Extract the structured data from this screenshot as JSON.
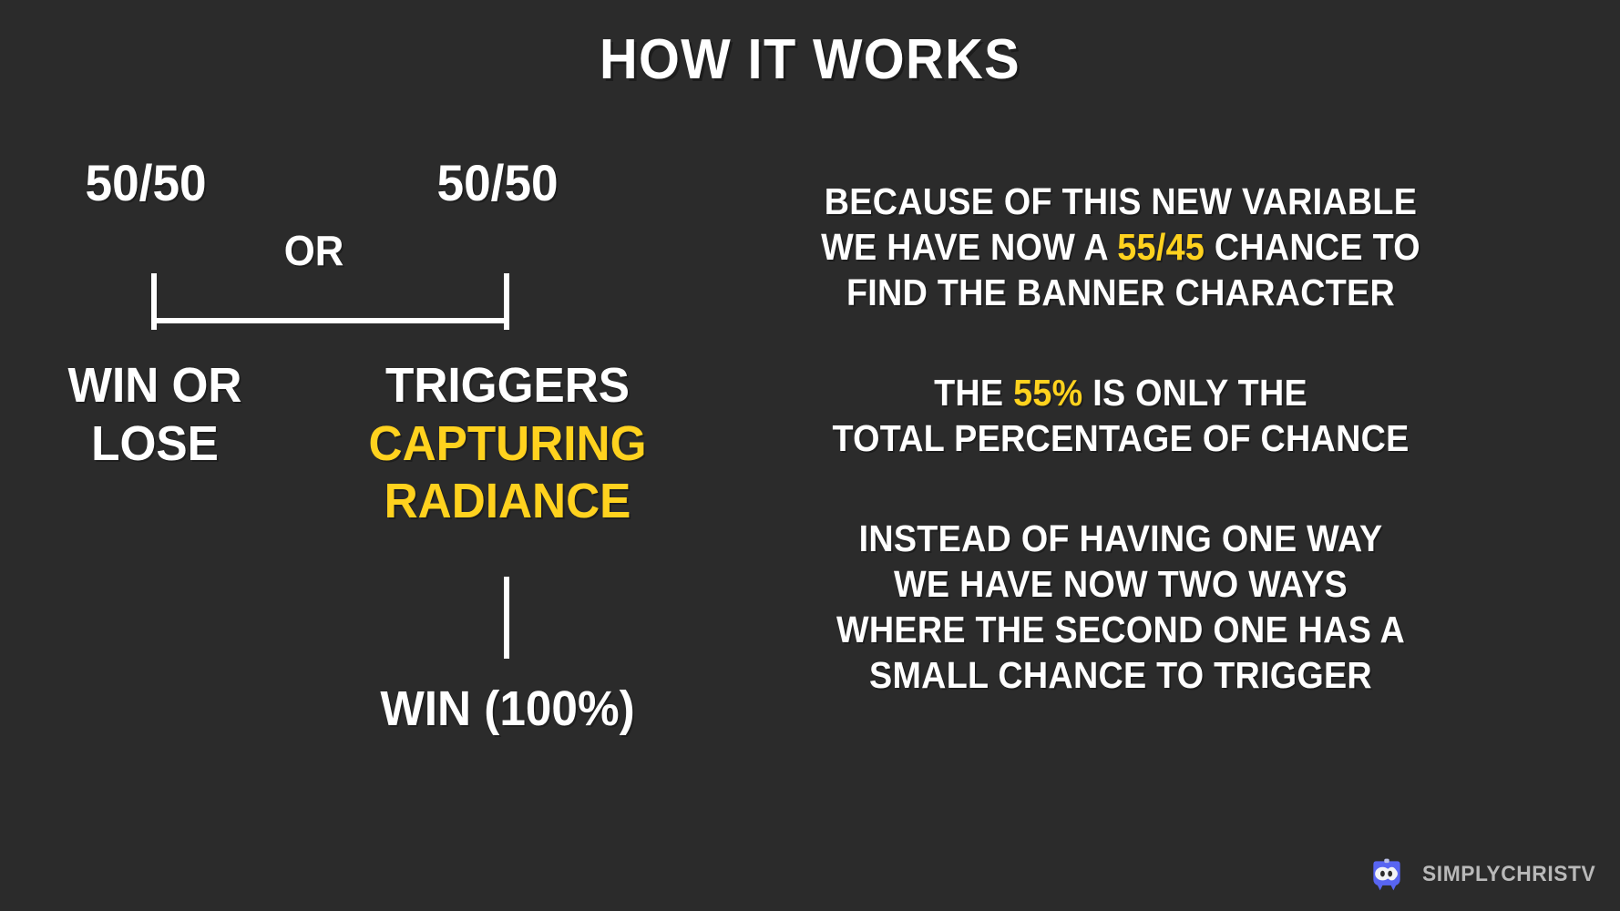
{
  "theme": {
    "background": "#2b2b2b",
    "text": "#ffffff",
    "accent": "#ffd21e",
    "brand": "#5865f2",
    "watermark_text": "#b9b9b9"
  },
  "title": "HOW IT WORKS",
  "diagram": {
    "odds_left": "50/50",
    "odds_right": "50/50",
    "or_label": "OR",
    "branch_left": "WIN OR LOSE",
    "branch_right_primary": "TRIGGERS",
    "branch_right_accent": "CAPTURING RADIANCE",
    "final_outcome": "WIN (100%)"
  },
  "notes": [
    {
      "lines": [
        [
          {
            "text": "BECAUSE OF THIS NEW VARIABLE",
            "accent": false
          }
        ],
        [
          {
            "text": "WE HAVE NOW A ",
            "accent": false
          },
          {
            "text": "55/45",
            "accent": true
          },
          {
            "text": " CHANCE TO",
            "accent": false
          }
        ],
        [
          {
            "text": "FIND THE BANNER CHARACTER",
            "accent": false
          }
        ]
      ]
    },
    {
      "lines": [
        [
          {
            "text": "THE ",
            "accent": false
          },
          {
            "text": "55%",
            "accent": true
          },
          {
            "text": " IS ONLY THE",
            "accent": false
          }
        ],
        [
          {
            "text": "TOTAL PERCENTAGE OF CHANCE",
            "accent": false
          }
        ]
      ]
    },
    {
      "lines": [
        [
          {
            "text": "INSTEAD OF HAVING ONE WAY",
            "accent": false
          }
        ],
        [
          {
            "text": "WE HAVE NOW TWO WAYS",
            "accent": false
          }
        ],
        [
          {
            "text": "WHERE THE SECOND ONE HAS A",
            "accent": false
          }
        ],
        [
          {
            "text": "SMALL CHANCE TO TRIGGER",
            "accent": false
          }
        ]
      ]
    }
  ],
  "watermark": {
    "icon": "discord-icon",
    "name": "SIMPLYCHRISTV"
  }
}
